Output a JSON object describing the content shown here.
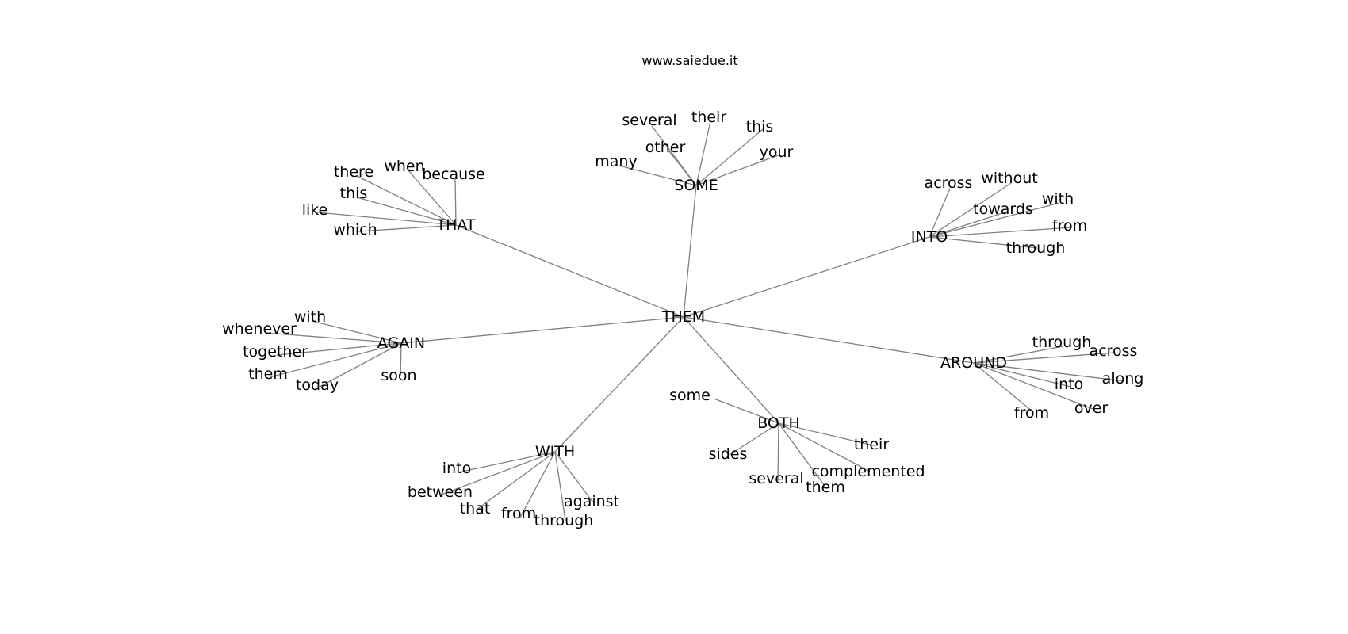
{
  "site_title": "www.saiedue.it",
  "colors": {
    "edge": "#808080",
    "text": "#000000",
    "background": "#ffffff"
  },
  "graph": {
    "root": "THEM",
    "hubs": [
      {
        "label": "SOME",
        "children": [
          "several",
          "their",
          "this",
          "other",
          "your",
          "many"
        ]
      },
      {
        "label": "THAT",
        "children": [
          "there",
          "when",
          "because",
          "this",
          "like",
          "which"
        ]
      },
      {
        "label": "INTO",
        "children": [
          "across",
          "without",
          "towards",
          "with",
          "from",
          "through"
        ]
      },
      {
        "label": "AGAIN",
        "children": [
          "with",
          "whenever",
          "together",
          "them",
          "today",
          "soon"
        ]
      },
      {
        "label": "AROUND",
        "children": [
          "through",
          "across",
          "along",
          "into",
          "over",
          "from"
        ]
      },
      {
        "label": "BOTH",
        "children": [
          "some",
          "sides",
          "their",
          "complemented",
          "several",
          "them"
        ]
      },
      {
        "label": "WITH",
        "children": [
          "into",
          "between",
          "that",
          "from",
          "through",
          "against"
        ]
      }
    ]
  }
}
